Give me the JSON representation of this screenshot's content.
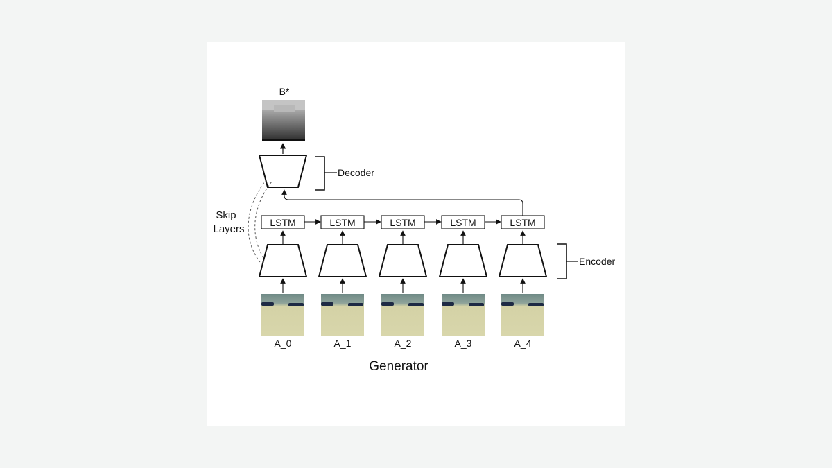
{
  "diagram": {
    "title": "Generator",
    "output_label": "B*",
    "decoder_label": "Decoder",
    "encoder_label": "Encoder",
    "skip_label_line1": "Skip",
    "skip_label_line2": "Layers",
    "lstm_label": "LSTM",
    "inputs": [
      "A_0",
      "A_1",
      "A_2",
      "A_3",
      "A_4"
    ]
  }
}
